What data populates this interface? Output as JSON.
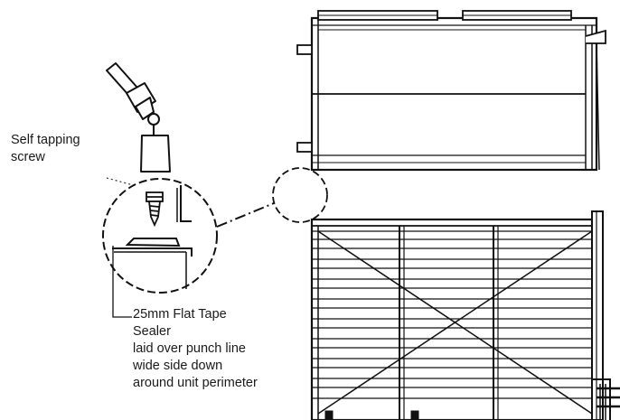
{
  "labels": {
    "screw": [
      "Self tapping",
      "screw"
    ],
    "sealer": [
      "25mm Flat Tape",
      "Sealer",
      "laid over punch line",
      "wide side down",
      "around unit perimeter"
    ]
  }
}
